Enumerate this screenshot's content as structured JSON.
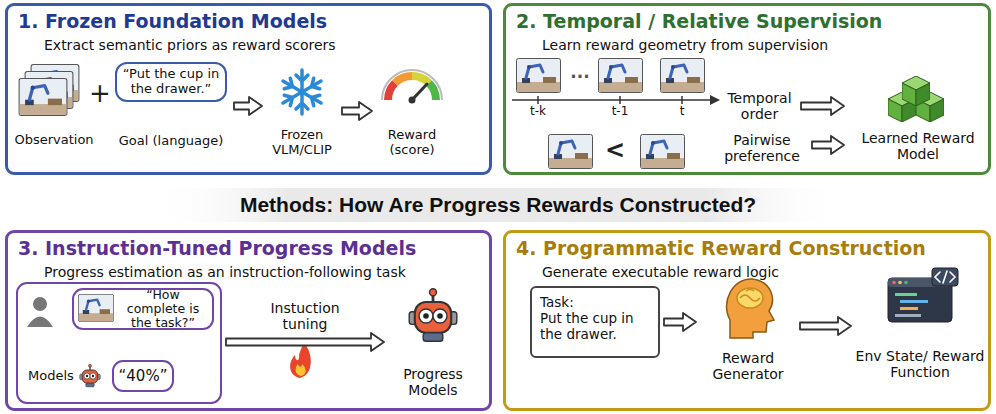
{
  "diagram": {
    "title": "Methods: How Are Progress Rewards Constructed?",
    "nodes": [
      {
        "text": [
          "1. Frozen Foundation Models",
          "Extract semantic priors as reward scorers"
        ]
      },
      {
        "text": [
          "Observation"
        ],
        "in": 0
      },
      {
        "text": [
          "“Put the cup in the drawer.”",
          "Goal (language)"
        ],
        "in": 0
      },
      {
        "text": [
          "Frozen VLM/CLIP"
        ],
        "in": 0
      },
      {
        "text": [
          "Reward (score)"
        ],
        "in": 0
      },
      {
        "text": [
          "2. Temporal / Relative Supervision",
          "Learn reward geometry from supervision"
        ]
      },
      {
        "text": [
          "Temporal order"
        ],
        "in": 5
      },
      {
        "text": [
          "Pairwise preference"
        ],
        "in": 5
      },
      {
        "text": [
          "Learned Reward Model"
        ],
        "in": 5
      },
      {
        "text": [
          "3. Instruction-Tuned Progress Models",
          "Progress estimation as an instruction-following task"
        ]
      },
      {
        "text": [
          "Models"
        ],
        "in": 9
      },
      {
        "text": [
          "“How complete is the task?”"
        ],
        "in": 10
      },
      {
        "text": [
          "“40%”"
        ],
        "in": 10
      },
      {
        "text": [
          "Progress Models"
        ],
        "in": 9
      },
      {
        "text": [
          "4. Programmatic Reward Construction",
          "Generate executable reward logic"
        ]
      },
      {
        "text": [
          "Task:",
          "Put the cup in the drawer."
        ],
        "in": 14
      },
      {
        "text": [
          "Reward Generator"
        ],
        "in": 14
      },
      {
        "text": [
          "Env State/ Reward Function"
        ],
        "in": 14
      }
    ],
    "edges": [
      {
        "from": 2,
        "to": 3,
        "arrow": "to"
      },
      {
        "from": 3,
        "to": 4,
        "arrow": "to"
      },
      {
        "from": 6,
        "to": 8,
        "arrow": "to"
      },
      {
        "from": 7,
        "to": 8,
        "arrow": "to"
      },
      {
        "from": 10,
        "to": 13,
        "label": "Instuction tuning",
        "arrow": "to"
      },
      {
        "from": 15,
        "to": 16,
        "arrow": "to"
      },
      {
        "from": 16,
        "to": 17,
        "arrow": "to"
      }
    ],
    "labels": [
      "+",
      "t-k",
      "...",
      "t-1",
      "t",
      "<"
    ]
  }
}
